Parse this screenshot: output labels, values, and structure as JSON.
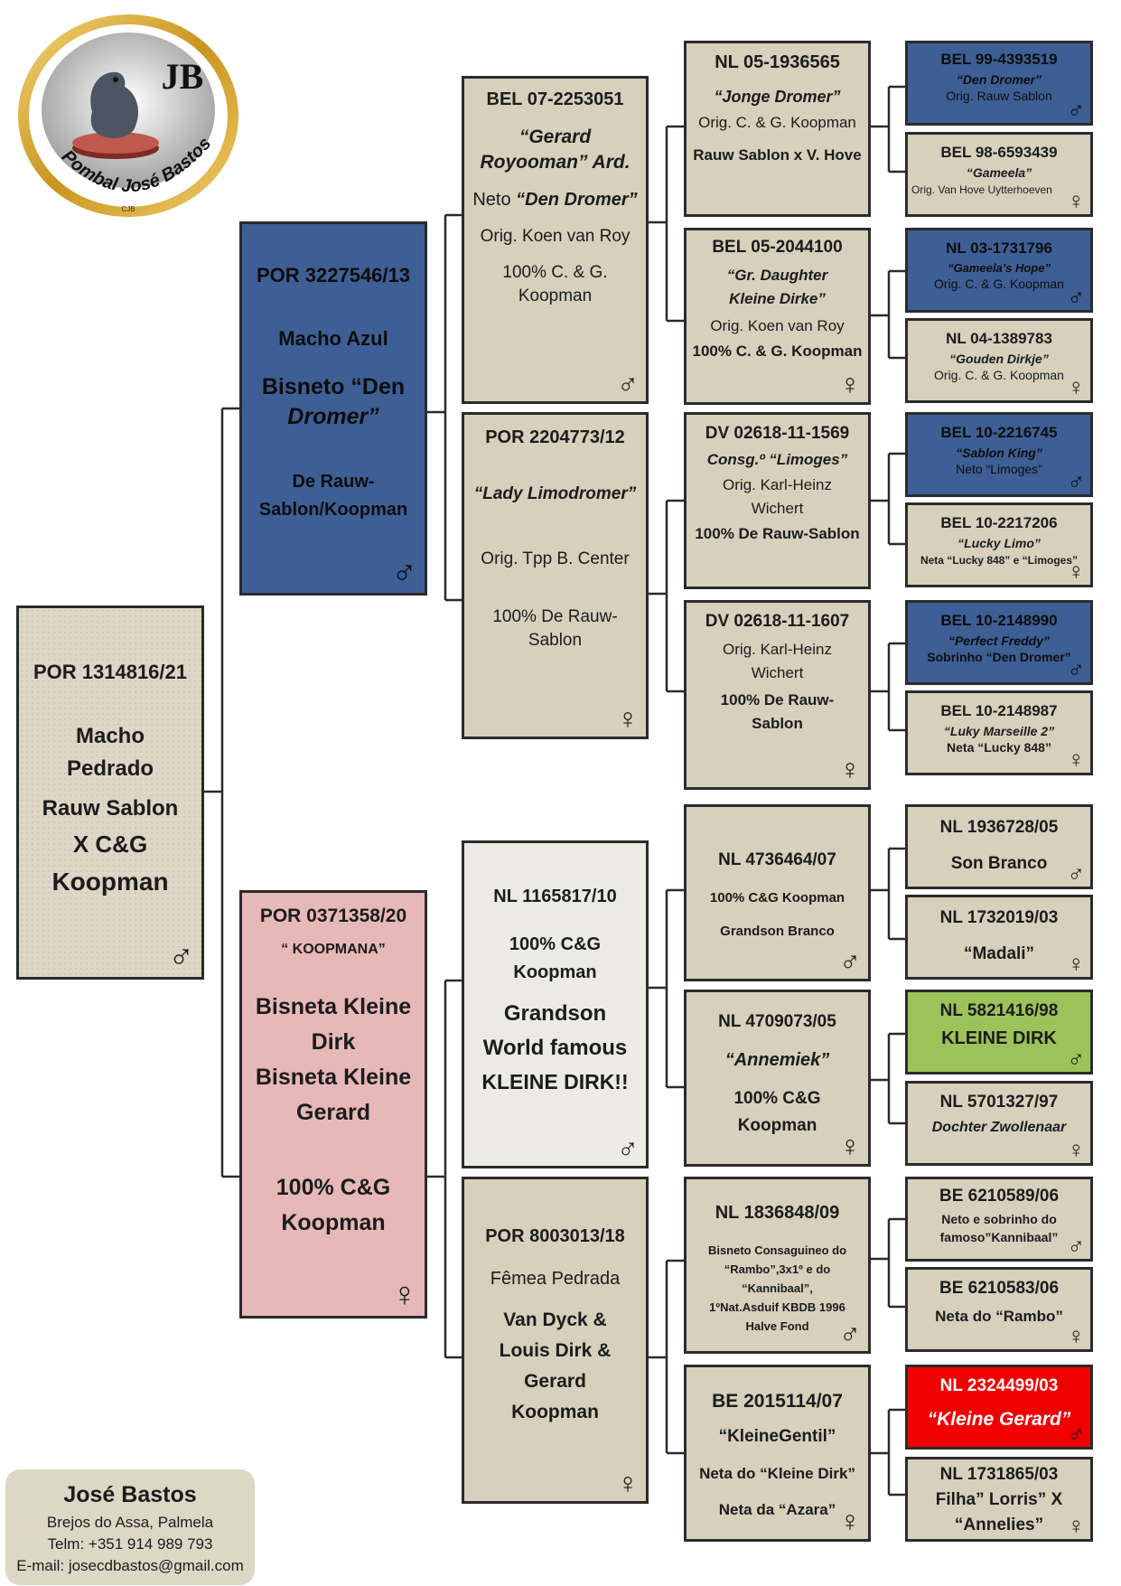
{
  "logo": {
    "initials": "JB",
    "ring_text": "Pombal José Bastos",
    "mark": "CJB"
  },
  "subject": {
    "ring": "POR 1314816/21",
    "line1": "Macho",
    "line2": "Pedrado",
    "line3": "Rauw Sablon",
    "line4": "X C&G",
    "line5": "Koopman",
    "symbol": "♂"
  },
  "sire": {
    "ring": "POR 3227546/13",
    "line1": "Macho Azul",
    "line2": "Bisneto “Den",
    "line3": "Dromer”",
    "line4": "De Rauw-",
    "line5": "Sablon/Koopman",
    "symbol": "♂"
  },
  "dam": {
    "ring": "POR 0371358/20",
    "line1": "“ KOOPMANA”",
    "line2": "Bisneta Kleine",
    "line3": "Dirk",
    "line4": "Bisneta Kleine",
    "line5": "Gerard",
    "line6": "100% C&G",
    "line7": "Koopman",
    "symbol": "♀"
  },
  "g1": {
    "ring": "BEL 07-2253051",
    "line1": "“Gerard",
    "line2": "Royooman” Ard.",
    "line3a": "Neto ",
    "line3b": "“Den Dromer”",
    "line4": "Orig. Koen van Roy",
    "line5": "100% C. & G.",
    "line6": "Koopman",
    "symbol": "♂"
  },
  "g2": {
    "ring": "POR 2204773/12",
    "line1": "“Lady Limodromer”",
    "line2": "Orig. Tpp B. Center",
    "line3": "100% De Rauw-",
    "line4": "Sablon",
    "symbol": "♀"
  },
  "g3": {
    "ring": "NL 1165817/10",
    "line1": "100% C&G",
    "line2": "Koopman",
    "line3": "Grandson",
    "line4": "World famous",
    "line5": "KLEINE DIRK!!",
    "symbol": "♂"
  },
  "g4": {
    "ring": "POR 8003013/18",
    "line1": "Fêmea Pedrada",
    "line2": "Van Dyck &",
    "line3": "Louis Dirk &",
    "line4": "Gerard",
    "line5": "Koopman",
    "symbol": "♀"
  },
  "gg1": {
    "ring": "NL 05-1936565",
    "line1": "“Jonge Dromer”",
    "line2": "Orig. C. & G. Koopman",
    "line3": "Rauw Sablon x V. Hove"
  },
  "gg2": {
    "ring": "BEL 05-2044100",
    "line1": "“Gr. Daughter",
    "line2": "Kleine Dirke”",
    "line3": "Orig. Koen van Roy",
    "line4": "100% C. & G. Koopman",
    "symbol": "♀"
  },
  "gg3": {
    "ring": "DV 02618-11-1569",
    "line1": "Consg.º “Limoges”",
    "line2": "Orig. Karl-Heinz",
    "line3": "Wichert",
    "line4": "100% De Rauw-Sablon"
  },
  "gg4": {
    "ring": "DV 02618-11-1607",
    "line1": "Orig. Karl-Heinz",
    "line2": "Wichert",
    "line3": "100% De Rauw-",
    "line4": "Sablon",
    "symbol": "♀"
  },
  "gg5": {
    "ring": "NL 4736464/07",
    "line1": "100% C&G Koopman",
    "line2": "Grandson Branco",
    "symbol": "♂"
  },
  "gg6": {
    "ring": "NL 4709073/05",
    "line1": "“Annemiek”",
    "line2": "100% C&G",
    "line3": "Koopman",
    "symbol": "♀"
  },
  "gg7": {
    "ring": "NL 1836848/09",
    "line1": "Bisneto Consaguineo do",
    "line2": "“Rambo”,3x1º e do",
    "line3": "“Kannibaal”,",
    "line4": "1ºNat.Asduif KBDB  1996",
    "line5": "Halve Fond",
    "symbol": "♂"
  },
  "gg8": {
    "ring": "BE 2015114/07",
    "line1": "“KleineGentil”",
    "line2": "Neta do “Kleine Dirk”",
    "line3": "Neta da “Azara”",
    "symbol": "♀"
  },
  "ggg1": {
    "ring": "BEL 99-4393519",
    "line1": "“Den Dromer”",
    "line2": "Orig. Rauw Sablon",
    "symbol": "♂"
  },
  "ggg2": {
    "ring": "BEL 98-6593439",
    "line1": "“Gameela”",
    "line2": "Orig. Van Hove Uytterhoeven",
    "symbol": "♀"
  },
  "ggg3": {
    "ring": "NL 03-1731796",
    "line1": "“Gameela’s Hope”",
    "line2": "Orig. C. & G. Koopman",
    "symbol": "♂"
  },
  "ggg4": {
    "ring": "NL 04-1389783",
    "line1": "“Gouden Dirkje”",
    "line2": "Orig. C. & G. Koopman",
    "symbol": "♀"
  },
  "ggg5": {
    "ring": "BEL 10-2216745",
    "line1": "“Sablon King”",
    "line2": "Neto “Limoges”",
    "symbol": "♂"
  },
  "ggg6": {
    "ring": "BEL 10-2217206",
    "line1": "“Lucky Limo”",
    "line2": "Neta “Lucky 848” e “Limoges”",
    "symbol": "♀"
  },
  "ggg7": {
    "ring": "BEL 10-2148990",
    "line1": "“Perfect Freddy”",
    "line2": "Sobrinho “Den Dromer”",
    "symbol": "♂"
  },
  "ggg8": {
    "ring": "BEL 10-2148987",
    "line1": "“Luky Marseille 2”",
    "line2": "Neta “Lucky 848”",
    "symbol": "♀"
  },
  "ggg9": {
    "ring": "NL 1936728/05",
    "line1": "Son Branco",
    "symbol": "♂"
  },
  "ggg10": {
    "ring": "NL 1732019/03",
    "line1": "“Madali”",
    "symbol": "♀"
  },
  "ggg11": {
    "ring": "NL 5821416/98",
    "line1": "KLEINE DIRK",
    "symbol": "♂"
  },
  "ggg12": {
    "ring": "NL 5701327/97",
    "line1": "Dochter Zwollenaar",
    "symbol": "♀"
  },
  "ggg13": {
    "ring": "BE 6210589/06",
    "line1": "Neto e sobrinho do",
    "line2": "famoso”Kannibaal”",
    "symbol": "♂"
  },
  "ggg14": {
    "ring": "BE 6210583/06",
    "line1": "Neta do “Rambo”",
    "symbol": "♀"
  },
  "ggg15": {
    "ring": "NL 2324499/03",
    "line1": "“Kleine Gerard”",
    "symbol": "♂"
  },
  "ggg16": {
    "ring": "NL 1731865/03",
    "line1": "Filha” Lorris” X",
    "line2": "“Annelies”",
    "symbol": "♀"
  },
  "contact": {
    "name": "José Bastos",
    "address": "Brejos do Assa, Palmela",
    "phone": "Telm: +351 914 989 793",
    "email": "E-mail: josecdbastos@gmail.com"
  },
  "colors": {
    "stone": "#ded6c6",
    "tan": "#d6d0bc",
    "blue": "#3d5f95",
    "pink": "#e7b8b8",
    "light": "#ecebe3",
    "green": "#9cc25a",
    "red": "#f00000"
  }
}
